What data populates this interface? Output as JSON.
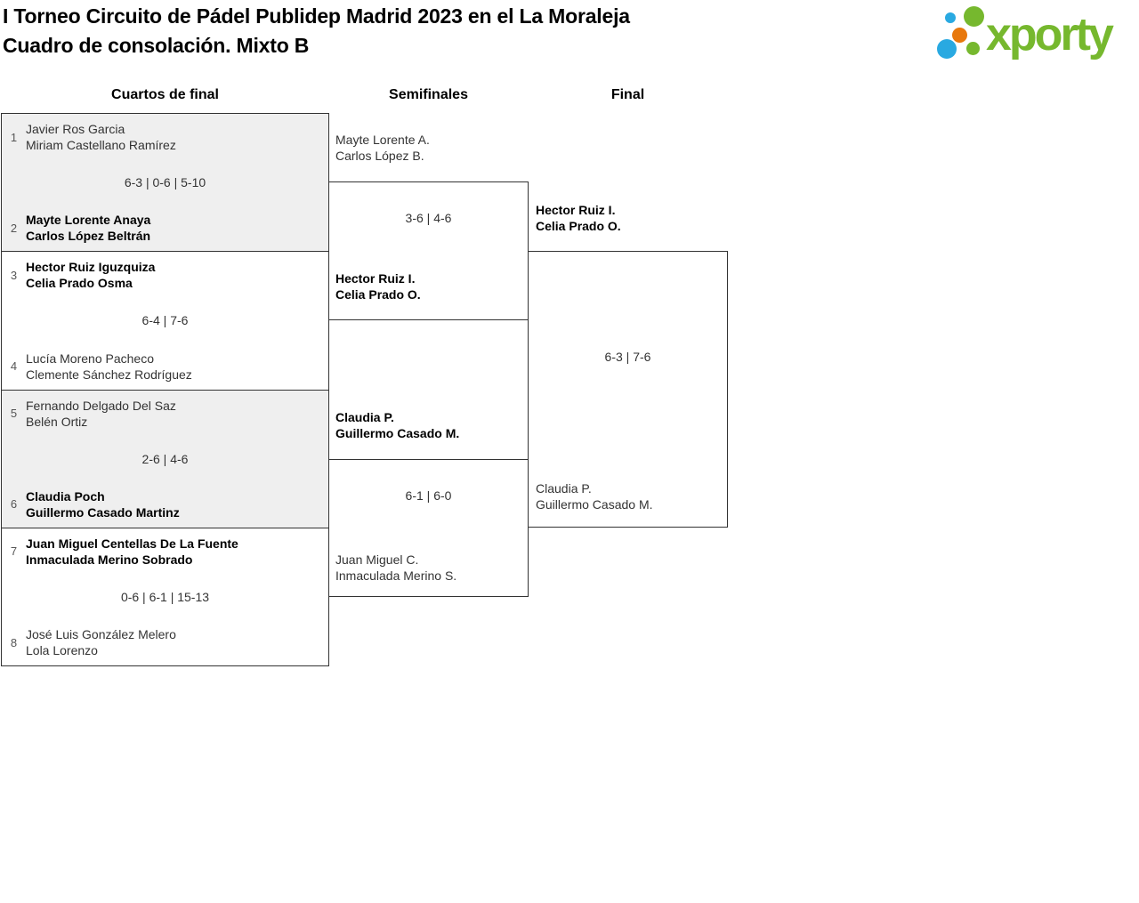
{
  "header": {
    "title_line1": "I Torneo Circuito de Pádel Publidep Madrid 2023 en el La Moraleja",
    "title_line2": "Cuadro de consolación. Mixto B"
  },
  "logo": {
    "text": "xporty",
    "colors": {
      "green": "#76b82e",
      "blue": "#29a9e1",
      "orange": "#e8780d"
    },
    "dots": [
      "blue-small",
      "green-large",
      "orange",
      "blue-large",
      "green-small"
    ]
  },
  "bracket": {
    "round_headers": {
      "quarterfinals": "Cuartos de final",
      "semifinals": "Semifinales",
      "final": "Final"
    },
    "quarterfinals": [
      {
        "top": {
          "seed": "1",
          "players": [
            "Javier Ros Garcia",
            "Miriam Castellano Ramírez"
          ],
          "winner": false
        },
        "score": "6-3 | 0-6 | 5-10",
        "bottom": {
          "seed": "2",
          "players": [
            "Mayte Lorente Anaya",
            "Carlos López Beltrán"
          ],
          "winner": true
        }
      },
      {
        "top": {
          "seed": "3",
          "players": [
            "Hector Ruiz Iguzquiza",
            "Celia Prado Osma"
          ],
          "winner": true
        },
        "score": "6-4 | 7-6",
        "bottom": {
          "seed": "4",
          "players": [
            "Lucía Moreno Pacheco",
            "Clemente Sánchez Rodríguez"
          ],
          "winner": false
        }
      },
      {
        "top": {
          "seed": "5",
          "players": [
            "Fernando Delgado Del Saz",
            "Belén Ortiz"
          ],
          "winner": false
        },
        "score": "2-6 | 4-6",
        "bottom": {
          "seed": "6",
          "players": [
            "Claudia Poch",
            "Guillermo Casado Martinz"
          ],
          "winner": true
        }
      },
      {
        "top": {
          "seed": "7",
          "players": [
            "Juan Miguel Centellas De La Fuente",
            "Inmaculada Merino Sobrado"
          ],
          "winner": true
        },
        "score": "0-6 | 6-1 | 15-13",
        "bottom": {
          "seed": "8",
          "players": [
            "José Luis González Melero",
            "Lola Lorenzo"
          ],
          "winner": false
        }
      }
    ],
    "semifinals": [
      {
        "top": {
          "players": [
            "Mayte Lorente A.",
            "Carlos López B."
          ],
          "winner": false
        },
        "score": "3-6 | 4-6",
        "bottom": {
          "players": [
            "Hector Ruiz I.",
            "Celia Prado O."
          ],
          "winner": true
        }
      },
      {
        "top": {
          "players": [
            "Claudia P.",
            "Guillermo Casado M."
          ],
          "winner": true
        },
        "score": "6-1 | 6-0",
        "bottom": {
          "players": [
            "Juan Miguel C.",
            "Inmaculada Merino S."
          ],
          "winner": false
        }
      }
    ],
    "final": {
      "top": {
        "players": [
          "Hector Ruiz I.",
          "Celia Prado O."
        ],
        "winner": true
      },
      "score": "6-3 | 7-6",
      "bottom": {
        "players": [
          "Claudia P.",
          "Guillermo Casado M."
        ],
        "winner": false
      }
    }
  }
}
